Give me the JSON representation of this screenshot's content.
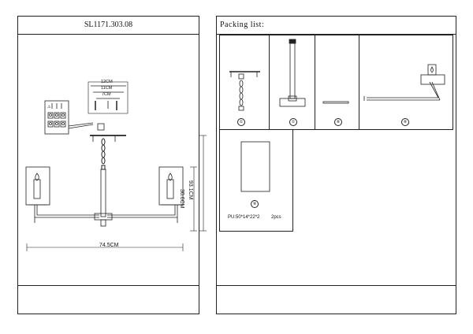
{
  "left_panel": {
    "model_code": "SL1171.303.08",
    "dimensions": {
      "top_width_outer": "12CM",
      "top_width_mid": "11CM",
      "top_width_inner": "7CM",
      "total_width": "74.5CM",
      "total_height": "93.1CM",
      "body_height": "30.6CM"
    }
  },
  "right_panel": {
    "title": "Packing list:",
    "items": [
      {
        "number": "①"
      },
      {
        "number": "①"
      },
      {
        "number": "⑧"
      },
      {
        "number": "⑧"
      },
      {
        "number": "⑧"
      }
    ],
    "glass_note": "PU:50*14*22*2",
    "glass_qty": "2pcs"
  }
}
